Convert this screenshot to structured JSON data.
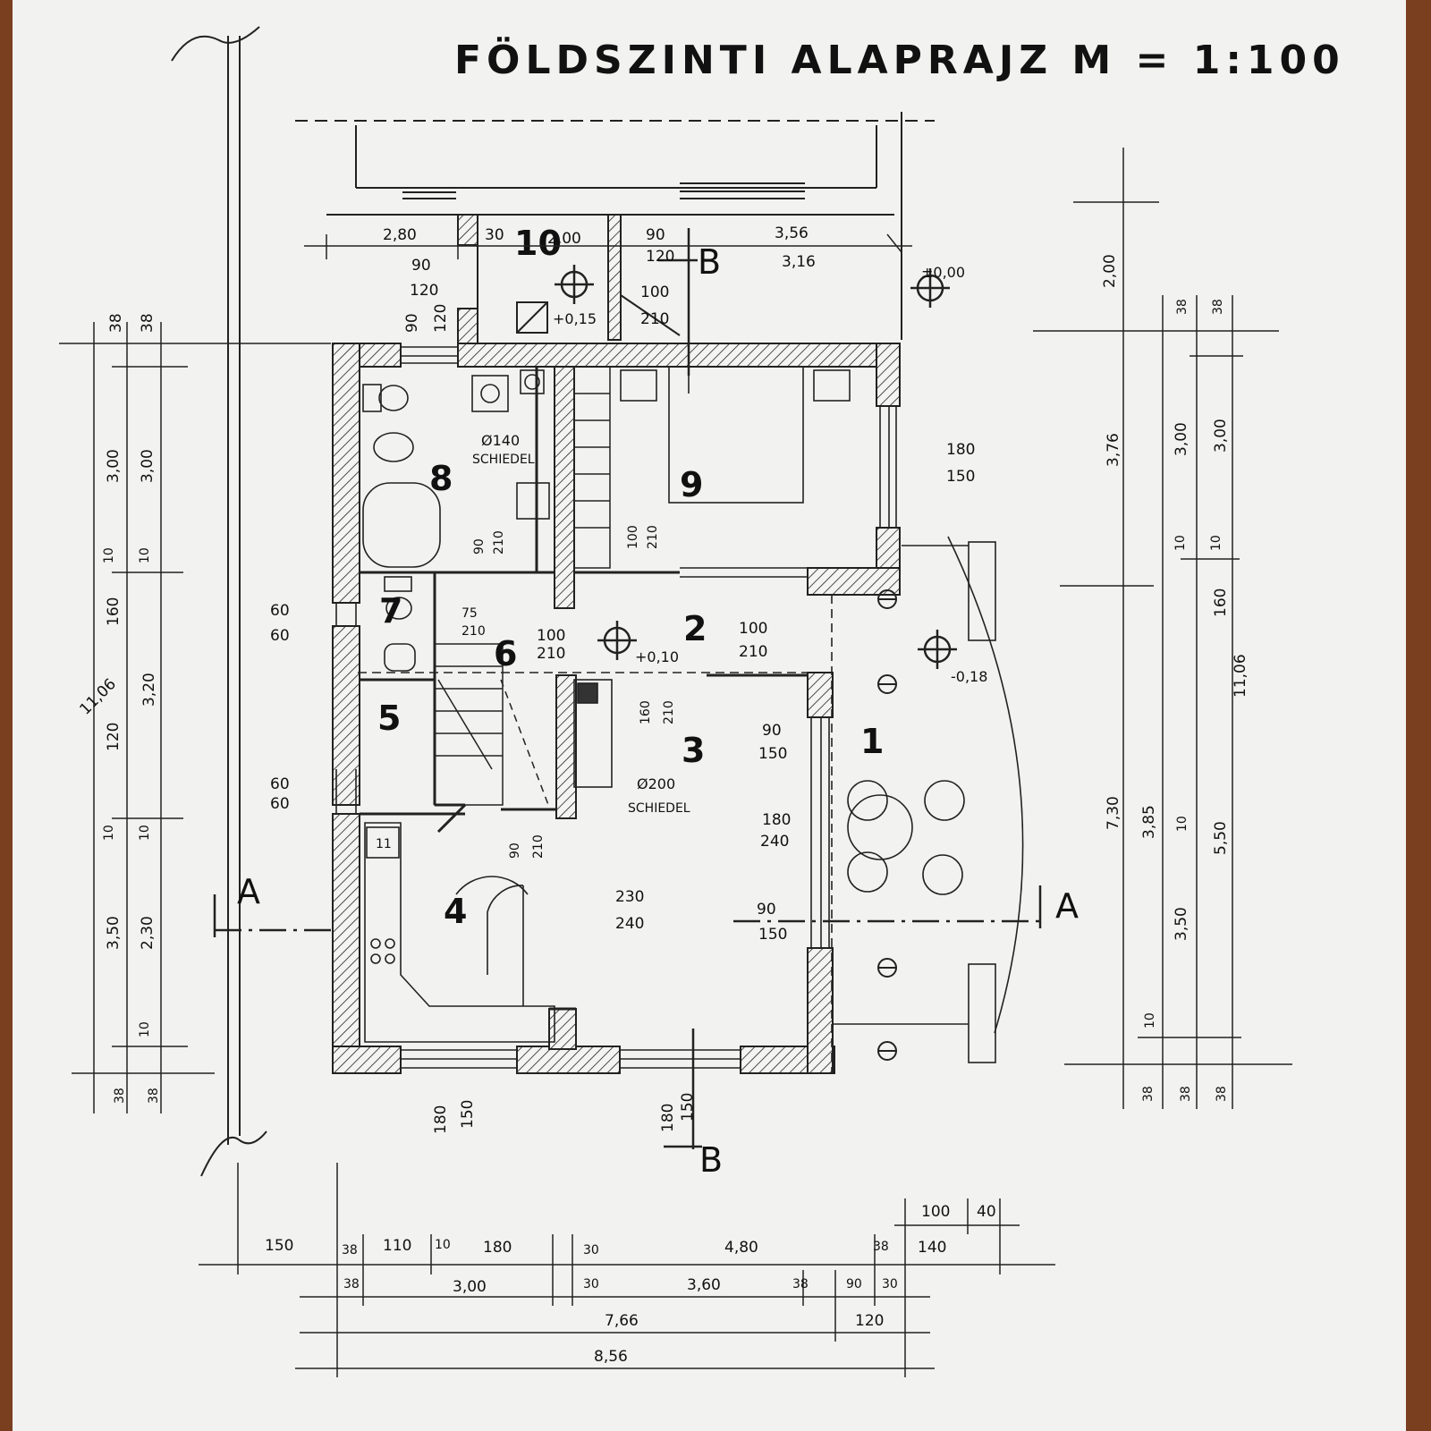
{
  "title": "FÖLDSZINTI ALAPRAJZ  M = 1:100",
  "rooms": [
    "1",
    "2",
    "3",
    "4",
    "5",
    "6",
    "7",
    "8",
    "9",
    "10",
    "11"
  ],
  "levels": {
    "entrance": "±0,00",
    "terrace": "-0,18",
    "hall": "+0,10",
    "porch": "+0,15"
  },
  "chimneys": [
    {
      "diameter": "Ø140",
      "brand": "SCHIEDEL"
    },
    {
      "diameter": "Ø200",
      "brand": "SCHIEDEL"
    }
  ],
  "section_marks": {
    "a": "A",
    "b": "B"
  },
  "top_dims": {
    "d1": "2,80",
    "d2": "30",
    "d3": "2,00",
    "d4": "90",
    "d5": "120",
    "d6": "3,56",
    "d7": "3,16",
    "d8": "90",
    "d9": "120",
    "d10": "90",
    "d11": "120",
    "d12": "100",
    "d13": "210"
  },
  "opening_dims": {
    "o1a": "180",
    "o1b": "150",
    "o2a": "60",
    "o2b": "60",
    "o3a": "60",
    "o3b": "60",
    "o4a": "100",
    "o4b": "210",
    "o5a": "100",
    "o5b": "210",
    "o6a": "75",
    "o6b": "210",
    "o7a": "90",
    "o7b": "150",
    "o8a": "180",
    "o8b": "240",
    "o9a": "230",
    "o9b": "240",
    "o10a": "90",
    "o10b": "150",
    "o11a": "160",
    "o11b": "210",
    "o12a": "90",
    "o12b": "210",
    "o13a": "180",
    "o13b": "150",
    "o14a": "180",
    "o14b": "150",
    "o15a": "100",
    "o15b": "210",
    "o16a": "90",
    "o16b": "210"
  },
  "bottom_dims": {
    "r1": [
      "150",
      "38",
      "110",
      "10",
      "180",
      "30",
      "4,80",
      "38",
      "140"
    ],
    "r0": [
      "100",
      "40"
    ],
    "r2": [
      "38",
      "3,00",
      "30",
      "3,60",
      "38",
      "90",
      "30"
    ],
    "r3": [
      "7,66",
      "120"
    ],
    "r4": [
      "8,56"
    ]
  },
  "left_dims": [
    "38",
    "38",
    "3,00",
    "3,00",
    "10",
    "10",
    "160",
    "3,20",
    "11,06",
    "120",
    "10",
    "10",
    "3,50",
    "2,30",
    "10",
    "38",
    "38"
  ],
  "right_dims": [
    "2,00",
    "38",
    "38",
    "3,76",
    "3,00",
    "3,00",
    "10",
    "10",
    "3,85",
    "160",
    "11,06",
    "7,30",
    "5,50",
    "10",
    "3,50",
    "10",
    "38",
    "38",
    "38"
  ]
}
